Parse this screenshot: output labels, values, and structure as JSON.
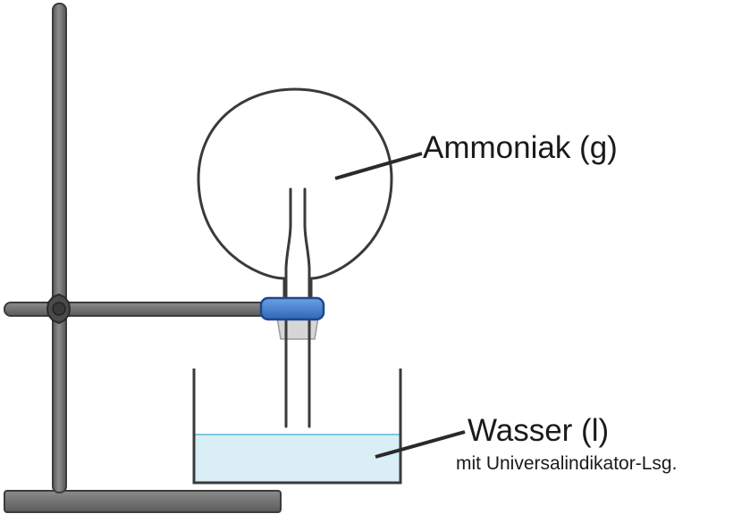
{
  "labels": {
    "ammonia": "Ammoniak (g)",
    "water": "Wasser (l)",
    "indicator": "mit Universalindikator-Lsg."
  },
  "colors": {
    "stand_metal": "#6f6f6f",
    "stand_outline": "#3c3c3c",
    "clamp_blue": "#3f7fd0",
    "clamp_outline": "#20478a",
    "water_fill": "#d9eef5",
    "water_surface": "#7fc7e3",
    "glass_line": "#3a3a3a"
  }
}
